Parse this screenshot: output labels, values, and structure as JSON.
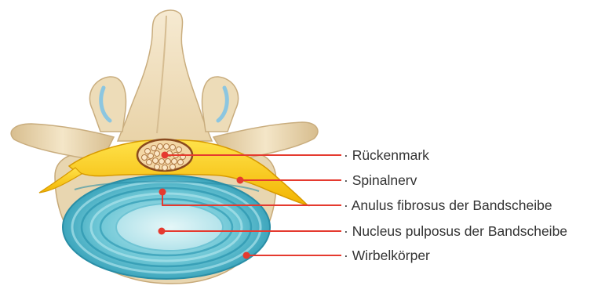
{
  "diagram": {
    "subject": "Lendenwirbel mit Bandscheibe (Querschnitt)",
    "accent_color": "#e53a2f",
    "labels": [
      {
        "id": "rueckenmark",
        "text": "· Rückenmark"
      },
      {
        "id": "spinalnerv",
        "text": "· Spinalnerv"
      },
      {
        "id": "anulus",
        "text": "· Anulus fibrosus der Bandscheibe"
      },
      {
        "id": "nucleus",
        "text": "· Nucleus pulposus der Bandscheibe"
      },
      {
        "id": "wirbelkoerper",
        "text": "· Wirbelkörper"
      }
    ]
  }
}
